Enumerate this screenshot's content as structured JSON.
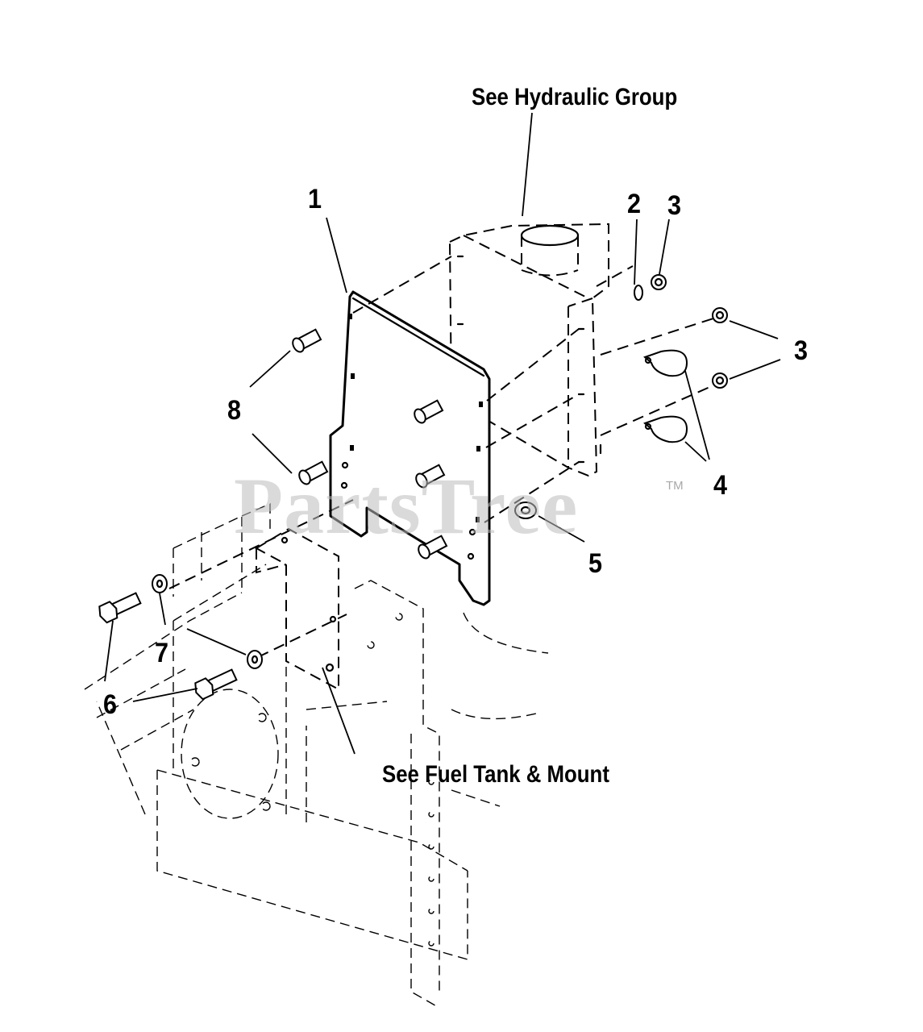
{
  "references": {
    "hydraulic_group": "See Hydraulic Group",
    "fuel_tank": "See Fuel Tank & Mount"
  },
  "callouts": {
    "c1": "1",
    "c2": "2",
    "c3_top": "3",
    "c3_right": "3",
    "c4": "4",
    "c5": "5",
    "c6": "6",
    "c7": "7",
    "c8": "8"
  },
  "watermark": {
    "text": "PartsTree",
    "trademark": "TM"
  }
}
